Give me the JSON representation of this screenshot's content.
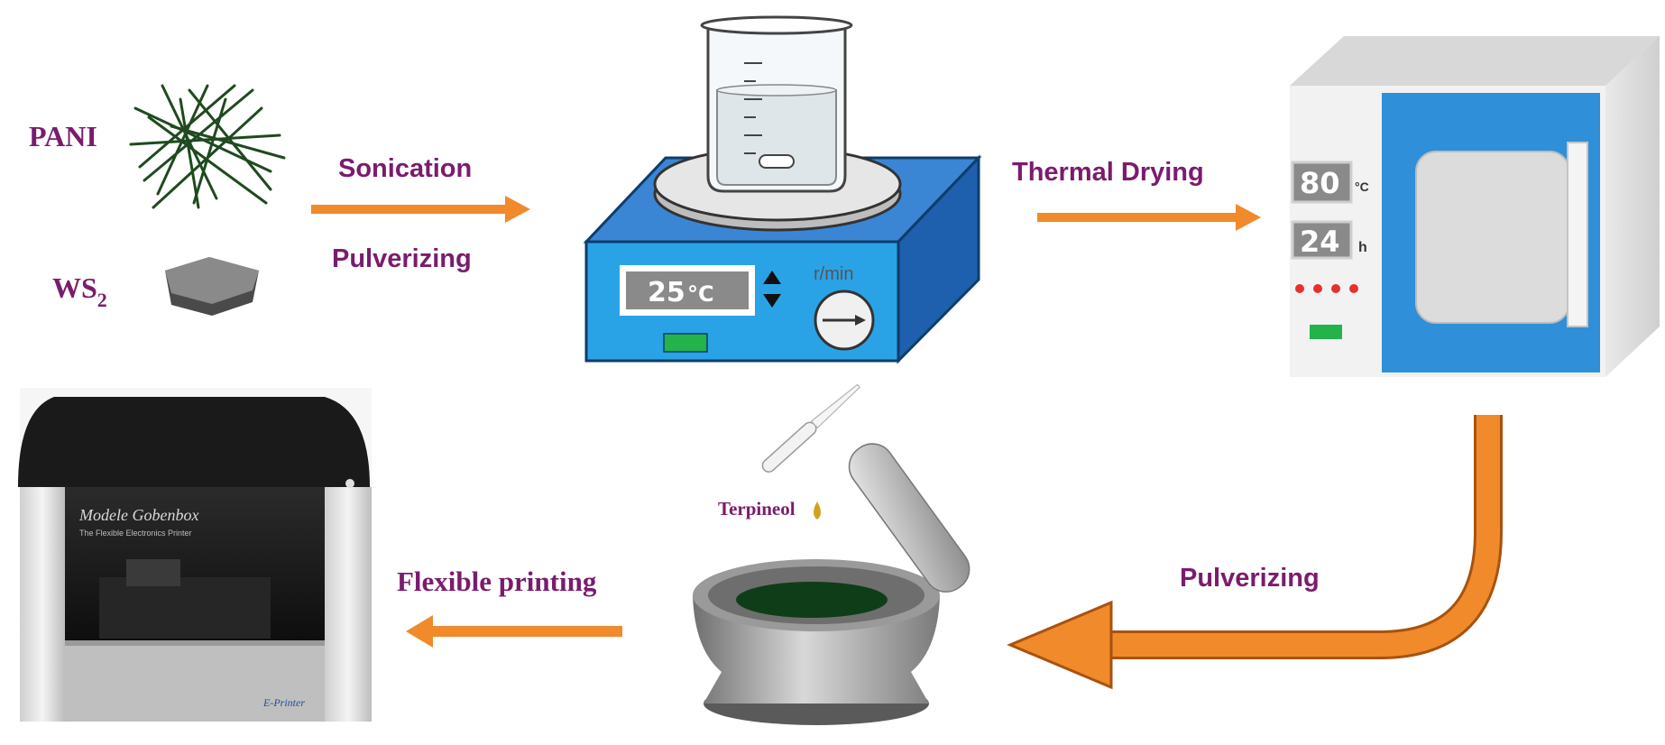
{
  "labels": {
    "pani": "PANI",
    "ws2_main": "WS",
    "ws2_sub": "2",
    "sonication": "Sonication",
    "pulverizing_top": "Pulverizing",
    "thermal_drying": "Thermal Drying",
    "pulverizing_bottom": "Pulverizing",
    "flexible_printing": "Flexible printing",
    "terpineol": "Terpineol"
  },
  "stirrer": {
    "temperature": "25",
    "temperature_unit": "°C",
    "speed_label": "r/min"
  },
  "oven": {
    "temperature": "80",
    "temperature_unit": "°C",
    "time": "24",
    "time_unit": "h"
  },
  "printer": {
    "model_name": "Modele Gobenbox",
    "model_sub": "The Flexible Electronics Printer",
    "brand": "E-Printer"
  },
  "colors": {
    "label": "#7a1c6e",
    "arrow": "#f08a2a",
    "hotplate_blue": "#2f7fd0",
    "oven_blue": "#2f8fd8"
  }
}
